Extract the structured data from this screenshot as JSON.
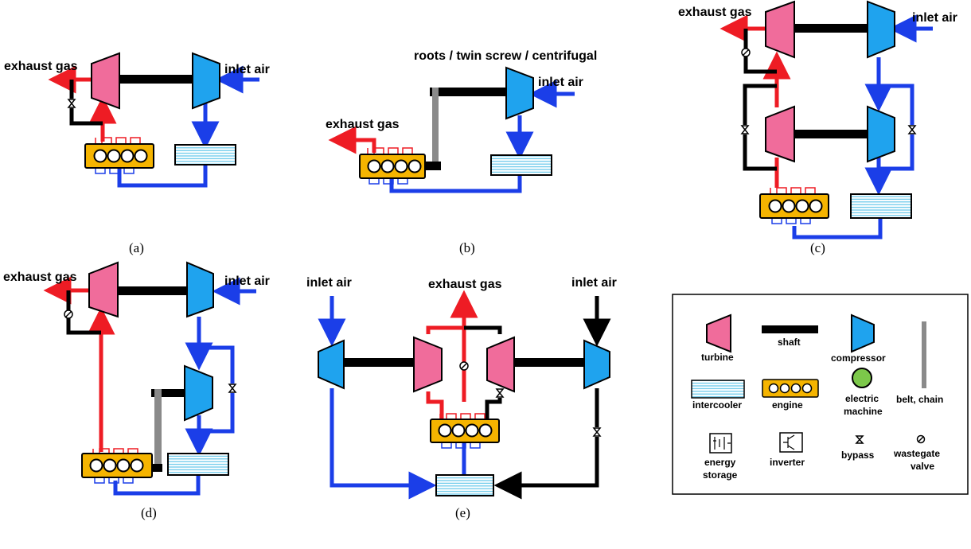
{
  "labels": {
    "exhaust_gas": "exhaust gas",
    "inlet_air": "inlet air",
    "supercharger_types": "roots / twin screw / centrifugal"
  },
  "captions": {
    "a": "(a)",
    "b": "(b)",
    "c": "(c)",
    "d": "(d)",
    "e": "(e)"
  },
  "legend": {
    "turbine": "turbine",
    "shaft": "shaft",
    "compressor": "compressor",
    "intercooler": "intercooler",
    "engine": "engine",
    "electric_machine_1": "electric",
    "electric_machine_2": "machine",
    "belt_chain": "belt, chain",
    "energy_storage_1": "energy",
    "energy_storage_2": "storage",
    "inverter": "inverter",
    "bypass": "bypass",
    "wastegate_1": "wastegate",
    "wastegate_2": "valve"
  },
  "colors": {
    "turbine": "#f06c9b",
    "compressor": "#1fa3ee",
    "exhaust": "#ee1c24",
    "air": "#1b3ee8",
    "engine": "#f5b400",
    "intercooler": "#9fe0f5",
    "electric_machine": "#7cc84a",
    "belt": "#8a8a8a"
  }
}
